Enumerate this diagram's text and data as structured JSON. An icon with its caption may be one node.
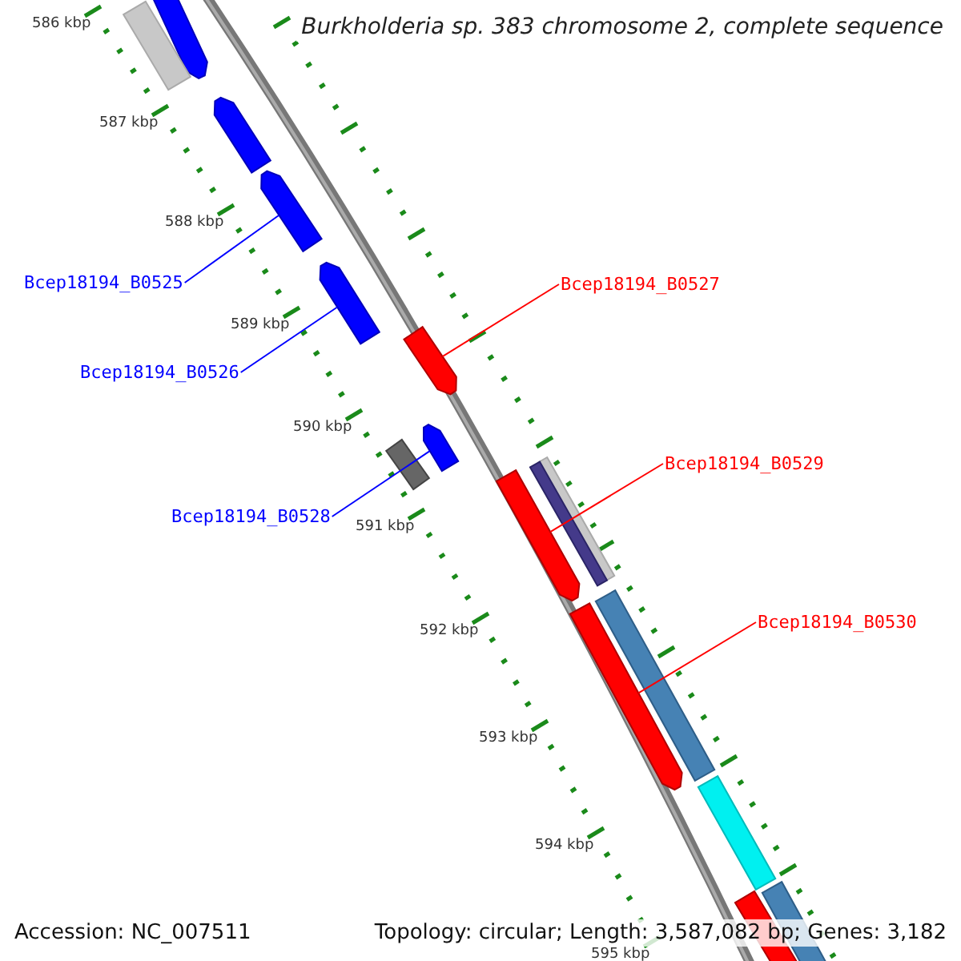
{
  "diagram": {
    "title": "Burkholderia sp. 383 chromosome 2, complete sequence",
    "nodes": [
      {
        "text": [
          "Bcep18194_B0525"
        ]
      },
      {
        "text": [
          "Bcep18194_B0527"
        ]
      },
      {
        "text": [
          "Bcep18194_B0526"
        ]
      },
      {
        "text": [
          "Bcep18194_B0529"
        ]
      },
      {
        "text": [
          "Bcep18194_B0528"
        ]
      },
      {
        "text": [
          "Bcep18194_B0530"
        ]
      },
      {
        "text": [],
        "shape": "bar"
      },
      {
        "text": [],
        "shape": "bar"
      },
      {
        "text": [],
        "shape": "bar"
      },
      {
        "text": [],
        "shape": "bar"
      },
      {
        "text": [],
        "shape": "bar"
      },
      {
        "text": [],
        "shape": "bar"
      },
      {
        "text": [],
        "shape": "bar"
      },
      {
        "text": [],
        "shape": "bar"
      },
      {
        "text": [],
        "shape": "bar"
      },
      {
        "text": [],
        "shape": "bar"
      },
      {
        "text": [],
        "shape": "bar"
      },
      {
        "text": [],
        "shape": "bar"
      },
      {
        "text": [],
        "shape": "bar"
      },
      {
        "text": [],
        "shape": "bar"
      },
      {
        "text": [],
        "shape": "bar"
      },
      {
        "text": [],
        "shape": "bar"
      }
    ],
    "edges": [
      {
        "from": 0,
        "to": 9,
        "arrow": "none",
        "color": "#0000ff"
      },
      {
        "from": 1,
        "to": 11,
        "arrow": "none",
        "color": "#ff0000"
      },
      {
        "from": 2,
        "to": 10,
        "arrow": "none",
        "color": "#0000ff"
      },
      {
        "from": 3,
        "to": 16,
        "arrow": "none",
        "color": "#ff0000"
      },
      {
        "from": 4,
        "to": 12,
        "arrow": "none",
        "color": "#0000ff"
      },
      {
        "from": 5,
        "to": 18,
        "arrow": "none",
        "color": "#ff0000"
      }
    ],
    "labels": [
      "586 kbp",
      "587 kbp",
      "588 kbp",
      "589 kbp",
      "590 kbp",
      "591 kbp",
      "592 kbp",
      "593 kbp",
      "594 kbp",
      "595 kbp",
      "Accession: NC_007511",
      "Topology: circular; Length: 3,587,082 bp; Genes: 3,182"
    ]
  }
}
